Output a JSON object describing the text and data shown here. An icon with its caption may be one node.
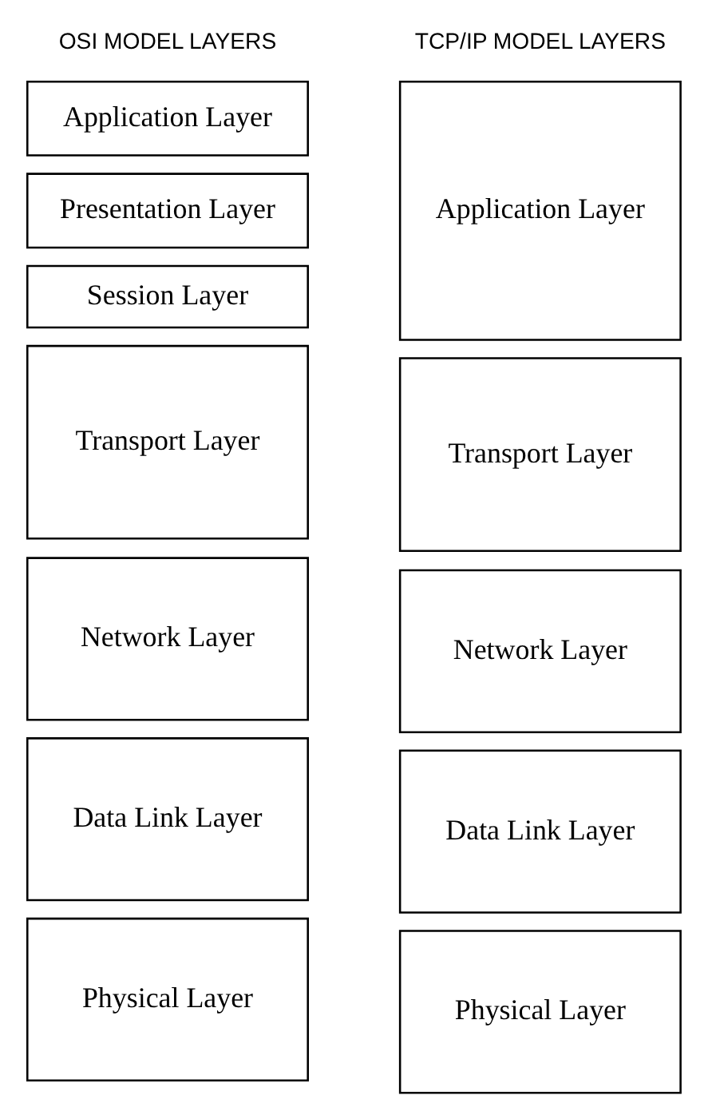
{
  "diagram": {
    "nodes": [
      {
        "text": [
          "Application Layer"
        ]
      },
      {
        "text": [
          "Presentation Layer"
        ]
      },
      {
        "text": [
          "Session Layer"
        ]
      },
      {
        "text": [
          "Transport Layer"
        ]
      },
      {
        "text": [
          "Network Layer"
        ]
      },
      {
        "text": [
          "Data Link Layer"
        ]
      },
      {
        "text": [
          "Physical Layer"
        ]
      },
      {
        "text": [
          "Application Layer"
        ]
      },
      {
        "text": [
          "Transport Layer"
        ]
      },
      {
        "text": [
          "Network Layer"
        ]
      },
      {
        "text": [
          "Data Link Layer"
        ]
      },
      {
        "text": [
          "Physical Layer"
        ]
      }
    ],
    "edges": [],
    "labels": [
      "OSI MODEL LAYERS",
      "TCP/IP MODEL LAYERS"
    ]
  }
}
